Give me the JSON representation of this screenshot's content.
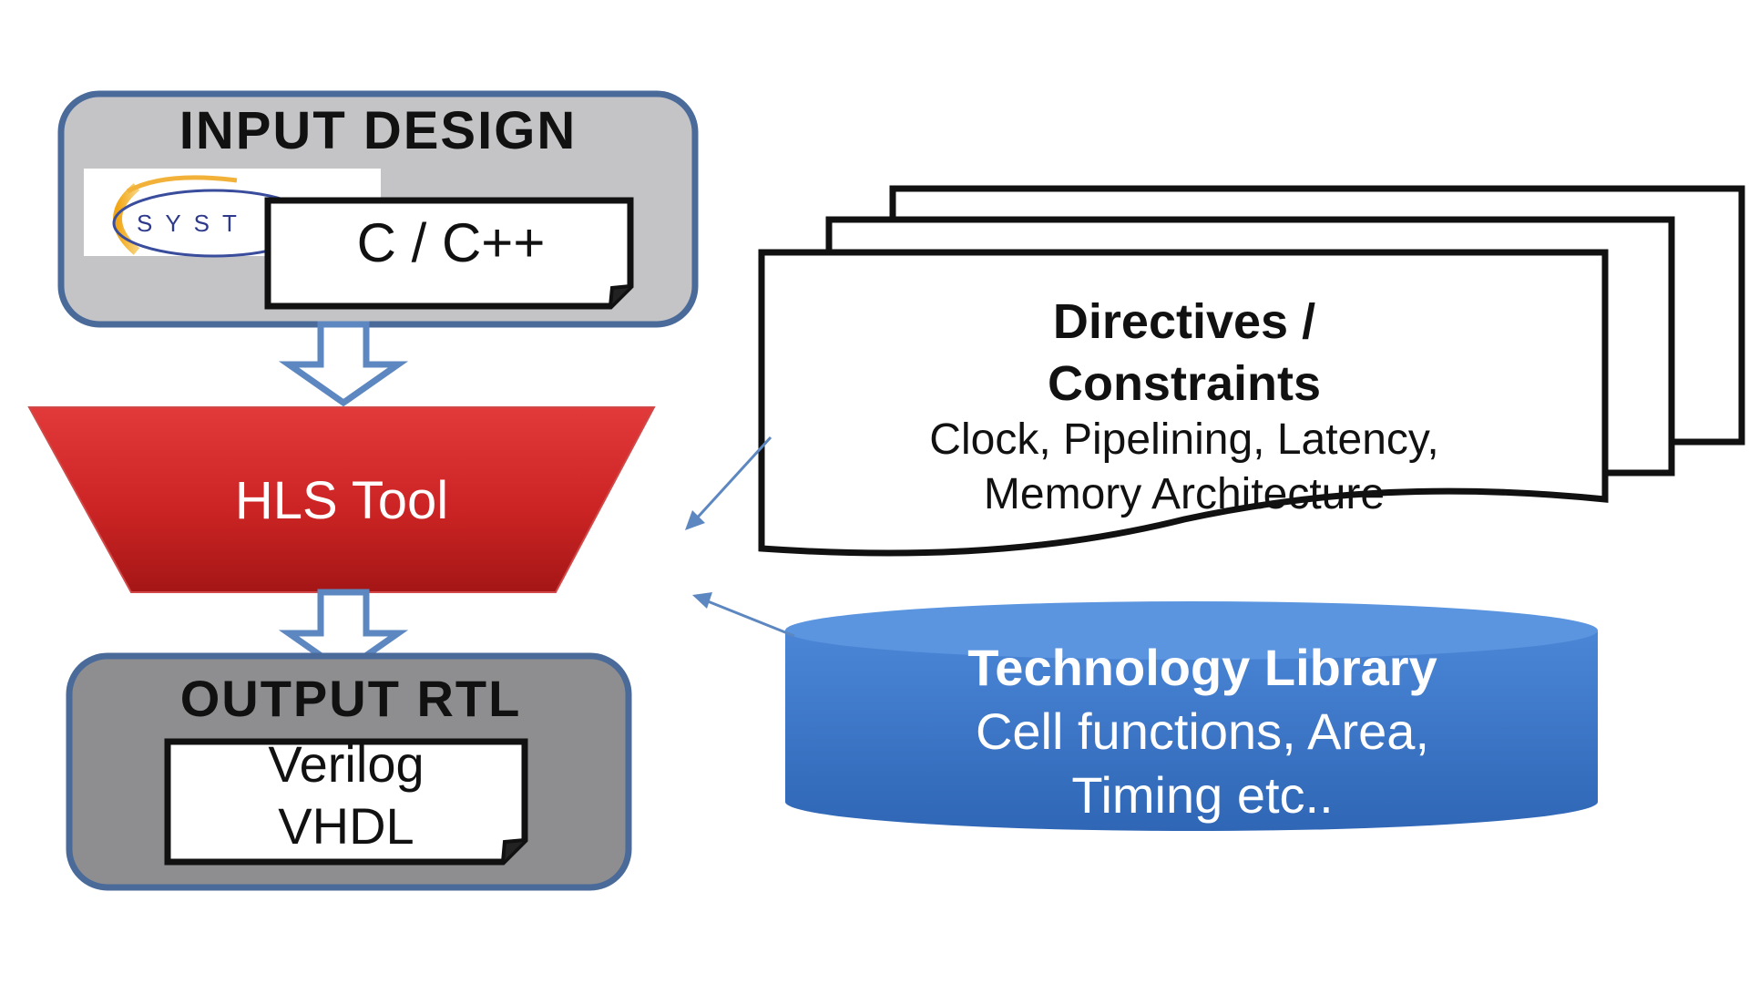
{
  "input_design": {
    "title": "INPUT DESIGN",
    "code_label": "C / C++",
    "logo_text": "SYST"
  },
  "hls_tool": {
    "label": "HLS Tool"
  },
  "output_rtl": {
    "title": "OUTPUT RTL",
    "lines": [
      "Verilog",
      "VHDL"
    ]
  },
  "directives": {
    "title_lines": [
      "Directives /",
      "Constraints"
    ],
    "desc_lines": [
      "Clock, Pipelining, Latency,",
      "Memory Architecture"
    ]
  },
  "technology_library": {
    "lines": [
      "Technology Library",
      "Cell functions, Area,",
      "Timing etc.."
    ]
  },
  "colors": {
    "box_border": "#4a6a9a",
    "input_box_fill": "#c4c4c6",
    "output_box_fill": "#8e8e90",
    "hls_red": "#d42a2a",
    "library_blue": "#3d78c8",
    "arrow_blue": "#5d87c0"
  },
  "icons": {
    "logo": "systemc-logo-icon",
    "flow_arrow": "down-arrow-icon"
  }
}
